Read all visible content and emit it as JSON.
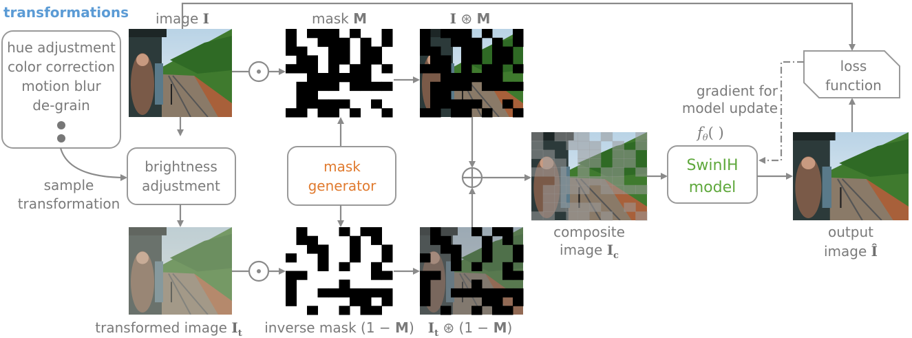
{
  "colors": {
    "heading": "#5b9bd5",
    "mask_generator": "#e07a2e",
    "model": "#5fa83c",
    "text": "#7a7a7a",
    "line": "#8a8a8a"
  },
  "transformations": {
    "heading": "transformations",
    "items": [
      "hue adjustment",
      "color correction",
      "motion blur",
      "de-grain"
    ],
    "more_icon": "vertical-ellipsis"
  },
  "sample_label": [
    "sample",
    "transformation"
  ],
  "brightness": [
    "brightness",
    "adjustment"
  ],
  "mask_generator": [
    "mask",
    "generator"
  ],
  "model": {
    "name": [
      "SwinIH",
      "model"
    ],
    "function": "f",
    "function_sub": "θ",
    "function_args": "( )"
  },
  "loss": [
    "loss",
    "function"
  ],
  "gradient_label": [
    "gradient for",
    "model update"
  ],
  "labels": {
    "image": {
      "text": "image ",
      "sym": "I"
    },
    "mask": {
      "text": "mask ",
      "sym": "M"
    },
    "masked": {
      "sym": "I",
      "op": " ⊛ ",
      "sym2": "M"
    },
    "transformed": {
      "text": "transformed image ",
      "sym": "I",
      "sub": "t"
    },
    "inverse": {
      "text": "inverse mask (1 − ",
      "sym": "M",
      "close": ")"
    },
    "inv_masked": {
      "sym": "I",
      "sub": "t",
      "op": " ⊛ (1 − ",
      "sym2": "M",
      "close": ")"
    },
    "composite": {
      "line1": "composite",
      "text": "image ",
      "sym": "I",
      "sub": "c"
    },
    "output": {
      "line1": "output",
      "text": "image ",
      "sym": "Î"
    }
  },
  "operators": {
    "multiply": "⊙",
    "add": "⊕"
  }
}
